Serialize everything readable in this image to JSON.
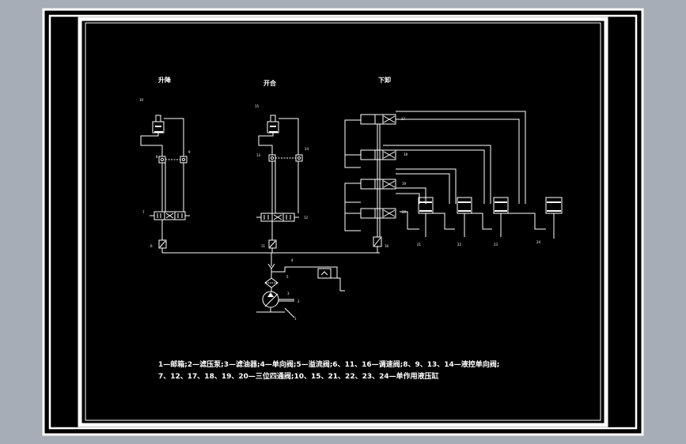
{
  "drawing": {
    "colors": {
      "background": "#a7adb6",
      "sheet": "#000000",
      "lines": "#ffffff"
    },
    "labels": {
      "title_left": "升降",
      "title_middle": "开合",
      "title_right": "下卸"
    },
    "legend": {
      "line1": "1—邮箱;2—滤压泵;3—滤油器;4—单向阀;5—溢流阀;6、11、16—调速阀;8、9、13、14—液控单向阀;",
      "line2": "7、12、17、18、19、20—三位四通阀;10、15、21、22、23、24—单作用液压缸"
    },
    "component_numbers": [
      "1",
      "2",
      "3",
      "4",
      "5",
      "6",
      "7",
      "8",
      "9",
      "10",
      "11",
      "12",
      "13",
      "14",
      "15",
      "16",
      "17",
      "18",
      "19",
      "20",
      "21",
      "22",
      "23",
      "24"
    ]
  }
}
